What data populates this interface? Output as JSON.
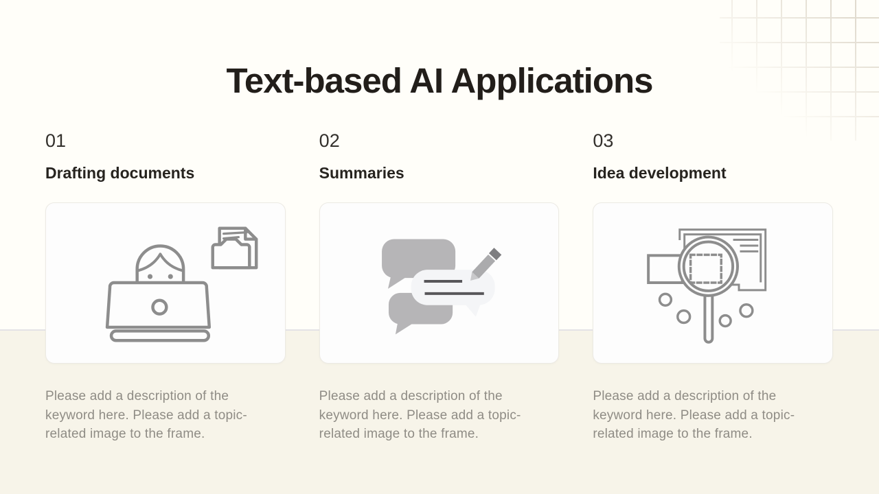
{
  "slide": {
    "title": "Text-based AI Applications"
  },
  "columns": [
    {
      "number": "01",
      "heading": "Drafting documents",
      "description": "Please add a description of the keyword here. Please add a topic-related image to the frame.",
      "icon": "person-laptop-folder-icon"
    },
    {
      "number": "02",
      "heading": "Summaries",
      "description": "Please add a description of the keyword here. Please add a topic-related image to the frame.",
      "icon": "speech-bubbles-pencil-icon"
    },
    {
      "number": "03",
      "heading": "Idea development",
      "description": "Please add a description of the keyword here. Please add a topic-related image to the frame.",
      "icon": "magnifier-analysis-icon"
    }
  ],
  "colors": {
    "background_top": "#FFFEF9",
    "background_bottom": "#F7F4E9",
    "divider": "#E4E2E6",
    "grid_line": "#DCD5C8",
    "card_background": "#FDFDFD",
    "card_border": "#ECEAE4",
    "title_text": "#221E1A",
    "number_text": "#33302C",
    "heading_text": "#26231F",
    "description_text": "#8F8C85",
    "icon_stroke": "#8D8D8D",
    "icon_fill_gray": "#B6B5B7",
    "icon_line_dark": "#58575A"
  }
}
